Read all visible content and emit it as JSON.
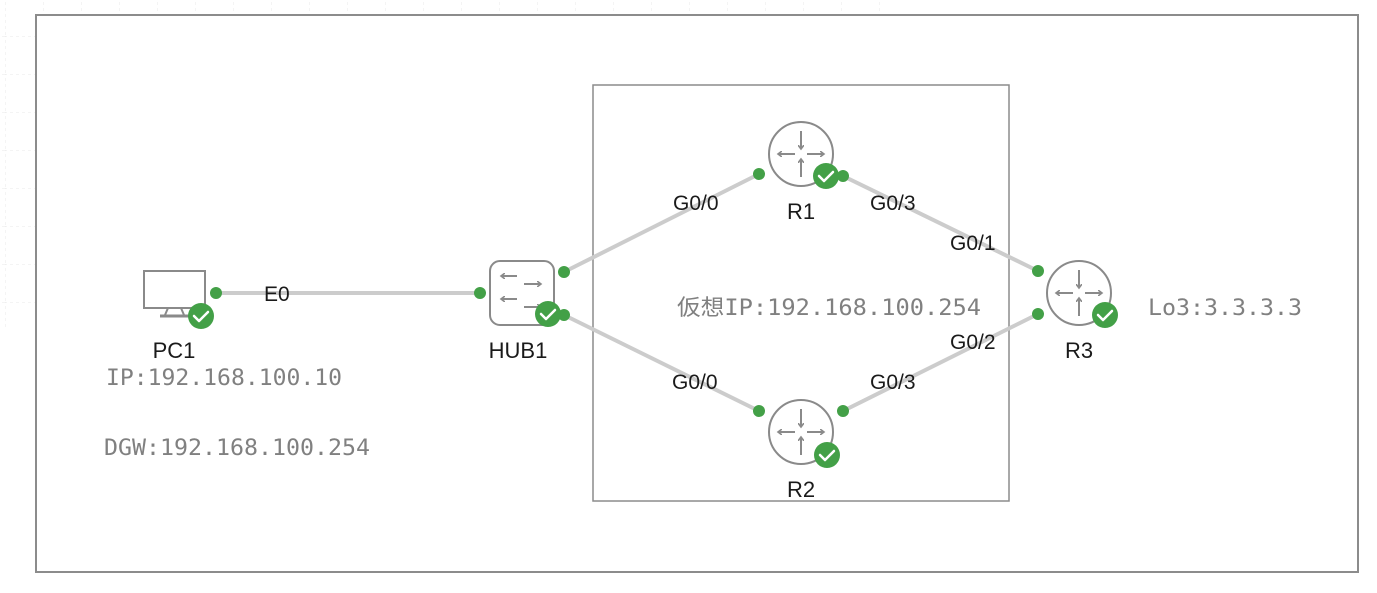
{
  "colors": {
    "link": "#cccccc",
    "port_dot": "#43a047",
    "status_ok": "#43a047",
    "icon_stroke": "#8a8a8a",
    "frame": "#8c8c8c",
    "grid": "#e6e6e6",
    "note_text": "#808080"
  },
  "nodes": [
    {
      "id": "pc1",
      "label": "PC1",
      "type": "pc",
      "status": "running"
    },
    {
      "id": "hub1",
      "label": "HUB1",
      "type": "hub",
      "status": "running"
    },
    {
      "id": "r1",
      "label": "R1",
      "type": "router",
      "status": "running"
    },
    {
      "id": "r2",
      "label": "R2",
      "type": "router",
      "status": "running"
    },
    {
      "id": "r3",
      "label": "R3",
      "type": "router",
      "status": "running"
    }
  ],
  "links": [
    {
      "from": "pc1",
      "to": "hub1",
      "from_port": "E0",
      "to_port": ""
    },
    {
      "from": "hub1",
      "to": "r1",
      "from_port": "",
      "to_port": "G0/0"
    },
    {
      "from": "hub1",
      "to": "r2",
      "from_port": "",
      "to_port": "G0/0"
    },
    {
      "from": "r1",
      "to": "r3",
      "from_port": "G0/3",
      "to_port": "G0/1"
    },
    {
      "from": "r2",
      "to": "r3",
      "from_port": "G0/3",
      "to_port": "G0/2"
    }
  ],
  "annotations": {
    "pc_ip": "IP:192.168.100.10",
    "pc_dgw": "DGW:192.168.100.254",
    "virtual_ip": "仮想IP:192.168.100.254",
    "r3_loopback": "Lo3:3.3.3.3"
  },
  "port_labels": {
    "pc1_e0": "E0",
    "r1_g00": "G0/0",
    "r1_g03": "G0/3",
    "r2_g00": "G0/0",
    "r2_g03": "G0/3",
    "r3_g01": "G0/1",
    "r3_g02": "G0/2"
  },
  "icons": {
    "pc": "monitor-icon",
    "hub": "hub-arrows-icon",
    "router": "router-arrows-icon",
    "status": "check-circle-icon"
  }
}
